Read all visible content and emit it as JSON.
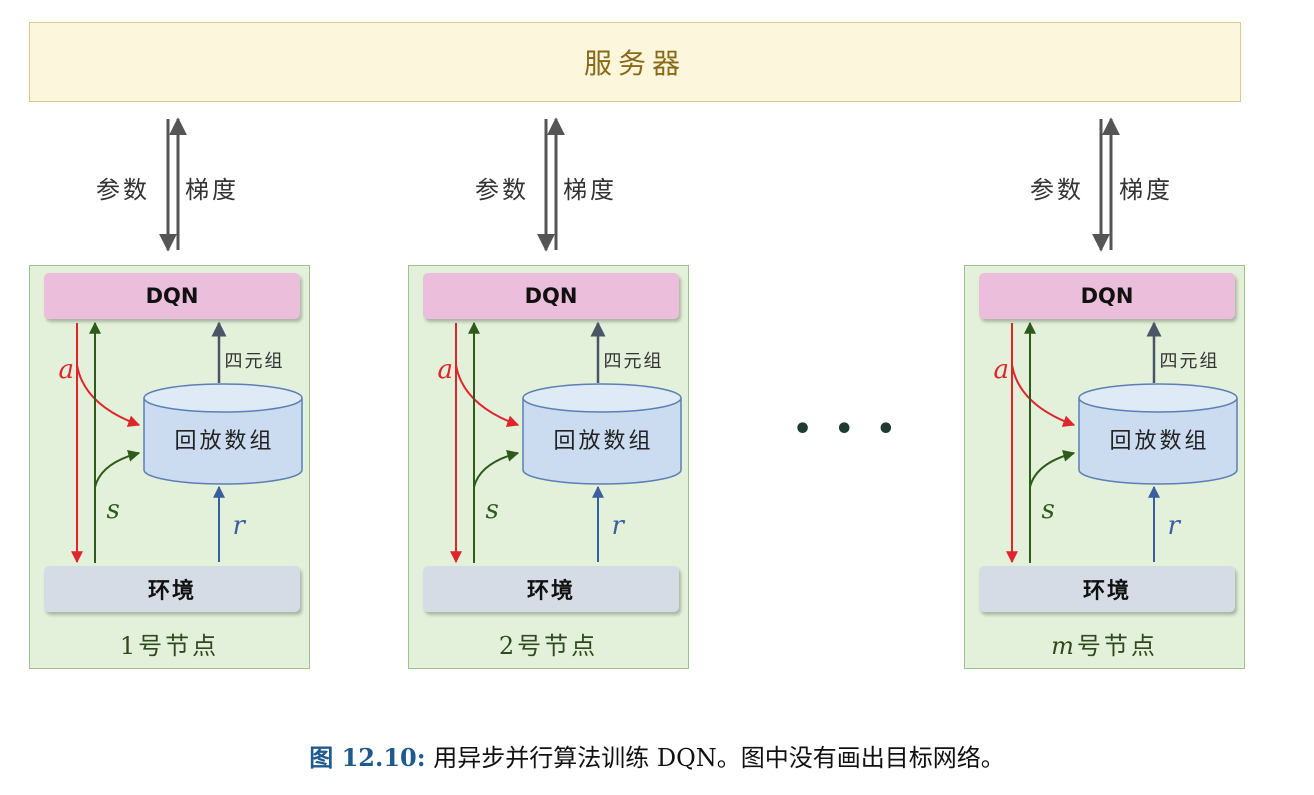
{
  "server": {
    "label": "服务器"
  },
  "links": {
    "param_label": "参数",
    "grad_label": "梯度"
  },
  "nodes": [
    {
      "dqn": "DQN",
      "buffer": "回放数组",
      "quad": "四元组",
      "env": "环境",
      "a": "a",
      "s": "s",
      "r": "r",
      "num": "1",
      "suffix": "号节点"
    },
    {
      "dqn": "DQN",
      "buffer": "回放数组",
      "quad": "四元组",
      "env": "环境",
      "a": "a",
      "s": "s",
      "r": "r",
      "num": "2",
      "suffix": "号节点"
    },
    {
      "dqn": "DQN",
      "buffer": "回放数组",
      "quad": "四元组",
      "env": "环境",
      "a": "a",
      "s": "s",
      "r": "r",
      "num": "m",
      "suffix": "号节点"
    }
  ],
  "ellipsis": "• • •",
  "caption": {
    "fig": "图 12.10:",
    "text": " 用异步并行算法训练 DQN。图中没有画出目标网络。"
  },
  "colors": {
    "action_arrow": "#e0242c",
    "state_arrow": "#2e5a1c",
    "reward_arrow": "#3b5ea0",
    "link_arrow": "#555555"
  }
}
